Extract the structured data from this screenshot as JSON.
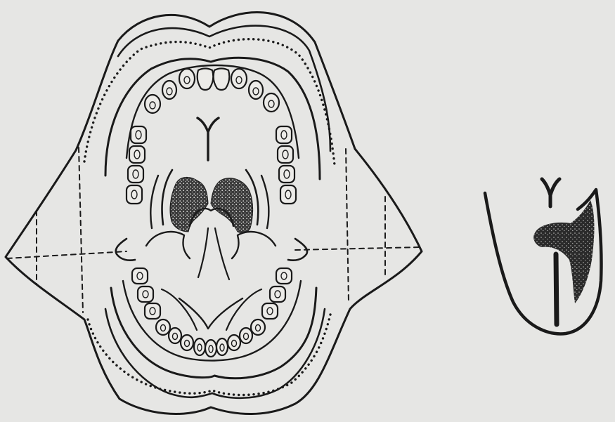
{
  "figure": {
    "description_text": "",
    "colors": {
      "background": "#e6e6e4",
      "ink": "#1a1a1a",
      "shading": "#2a2a2a"
    },
    "panels": [
      {
        "id": "mouth-diagram",
        "icon": "open-mouth-with-teeth"
      },
      {
        "id": "tongue-diagram",
        "icon": "tongue-with-shading"
      }
    ]
  }
}
